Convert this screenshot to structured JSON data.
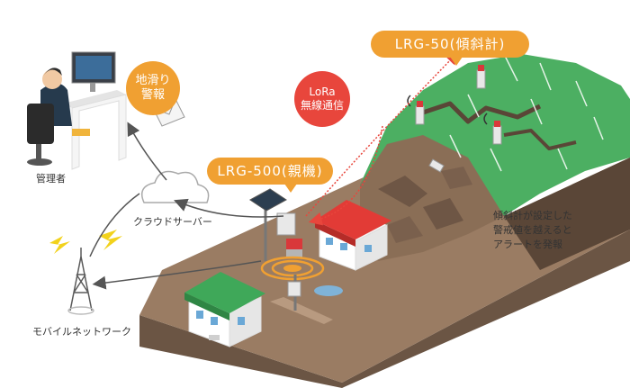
{
  "labels": {
    "admin": "管理者",
    "cloud_server": "クラウドサーバー",
    "mobile_network": "モバイルネットワーク",
    "lrg500": "LRG-500(親機)",
    "lrg50": "LRG-50(傾斜計)",
    "lora_line1": "LoRa",
    "lora_line2": "無線通信",
    "landslide_line1": "地滑り",
    "landslide_line2": "警報",
    "alert_line1": "傾斜計が設定した",
    "alert_line2": "警戒値を越えると",
    "alert_line3": "アラートを発報"
  },
  "colors": {
    "accent_orange": "#f0a032",
    "lora_red": "#e8463c",
    "grass_green": "#4caf62",
    "soil_brown": "#8a6e56"
  }
}
